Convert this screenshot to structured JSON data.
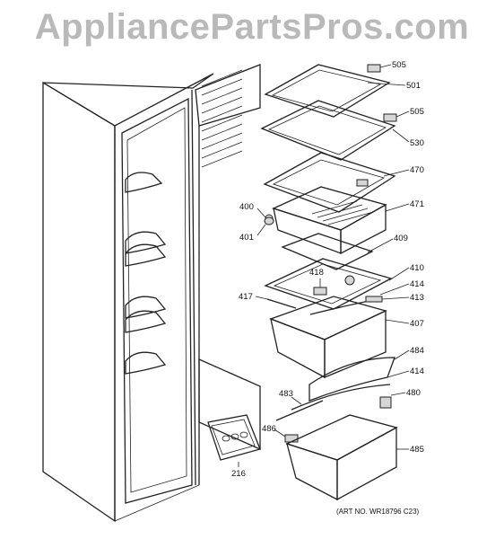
{
  "watermark": "AppliancePartsPros.com",
  "callouts": [
    {
      "id": "505a",
      "text": "505"
    },
    {
      "id": "501",
      "text": "501"
    },
    {
      "id": "505b",
      "text": "505"
    },
    {
      "id": "530",
      "text": "530"
    },
    {
      "id": "470",
      "text": "470"
    },
    {
      "id": "471",
      "text": "471"
    },
    {
      "id": "400",
      "text": "400"
    },
    {
      "id": "401",
      "text": "401"
    },
    {
      "id": "409",
      "text": "409"
    },
    {
      "id": "410",
      "text": "410"
    },
    {
      "id": "418",
      "text": "418"
    },
    {
      "id": "414a",
      "text": "414"
    },
    {
      "id": "417",
      "text": "417"
    },
    {
      "id": "413",
      "text": "413"
    },
    {
      "id": "407",
      "text": "407"
    },
    {
      "id": "484",
      "text": "484"
    },
    {
      "id": "414b",
      "text": "414"
    },
    {
      "id": "483",
      "text": "483"
    },
    {
      "id": "480",
      "text": "480"
    },
    {
      "id": "486",
      "text": "486"
    },
    {
      "id": "485",
      "text": "485"
    },
    {
      "id": "216",
      "text": "216"
    }
  ],
  "art_number": "(ART NO. WR18796 C23)"
}
